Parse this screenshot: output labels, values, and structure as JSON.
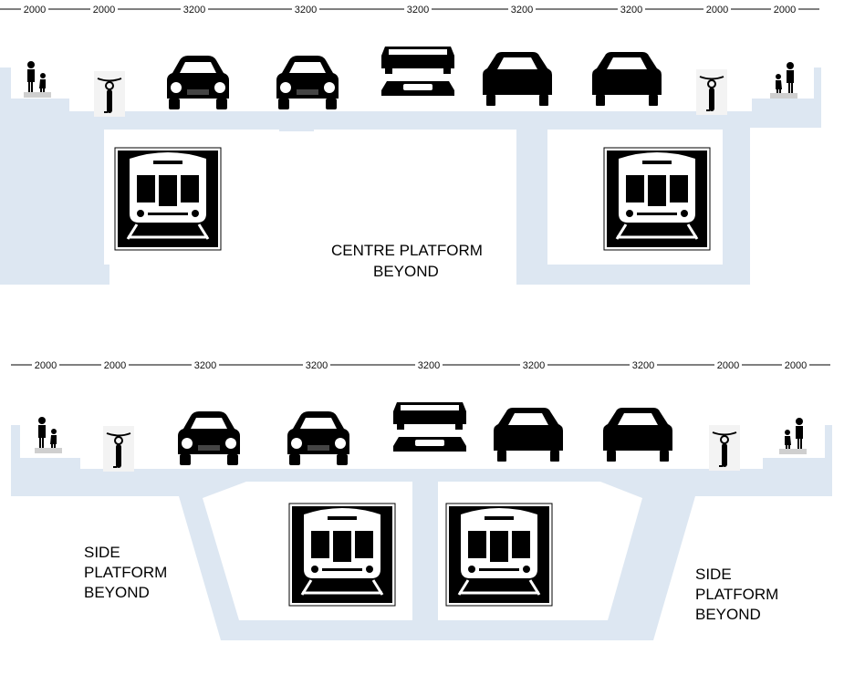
{
  "sections": [
    {
      "dimensions": [
        "2000",
        "2000",
        "3200",
        "3200",
        "3200",
        "3200",
        "3200",
        "2000",
        "2000"
      ],
      "lanes": [
        "pedestrian-icon",
        "bicycle-icon",
        "car-front-icon",
        "car-front-icon",
        "bus-top-icon",
        "car-rear-icon",
        "car-rear-icon",
        "bicycle-icon",
        "pedestrian-icon"
      ],
      "trains": [
        "train-icon",
        "train-icon"
      ],
      "platform_label": [
        "CENTRE PLATFORM",
        "BEYOND"
      ]
    },
    {
      "dimensions": [
        "2000",
        "2000",
        "3200",
        "3200",
        "3200",
        "3200",
        "3200",
        "2000",
        "2000"
      ],
      "lanes": [
        "pedestrian-icon",
        "bicycle-icon",
        "car-front-icon",
        "car-front-icon",
        "bus-top-icon",
        "car-rear-icon",
        "car-rear-icon",
        "bicycle-icon",
        "pedestrian-icon"
      ],
      "trains": [
        "train-icon",
        "train-icon"
      ],
      "platform_label_left": [
        "SIDE",
        "PLATFORM",
        "BEYOND"
      ],
      "platform_label_right": [
        "SIDE",
        "PLATFORM",
        "BEYOND"
      ]
    }
  ],
  "colors": {
    "structure": "#dde7f2",
    "icon": "#000000",
    "background": "#ffffff"
  }
}
